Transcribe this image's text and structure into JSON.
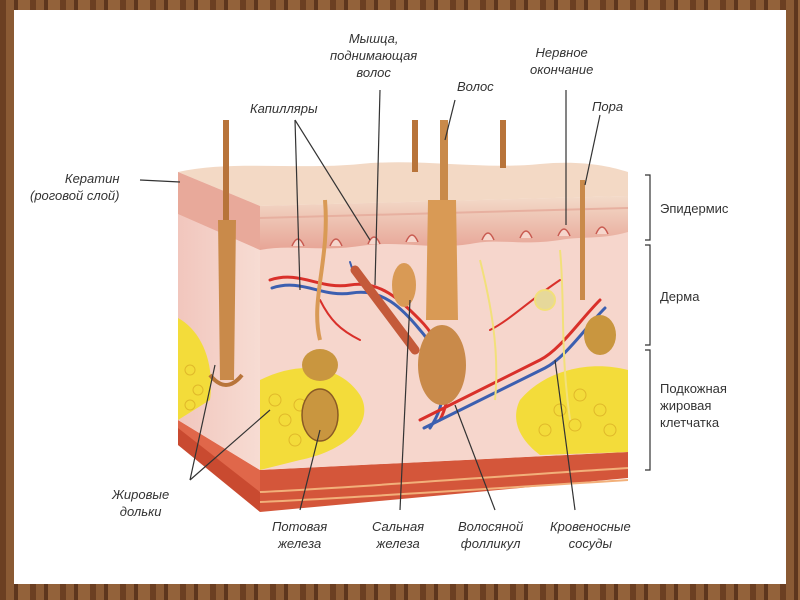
{
  "labels": {
    "keratin": "Кератин\n(роговой слой)",
    "capillaries": "Капилляры",
    "muscle": "Мышца,\nподнимающая\nволос",
    "hair": "Волос",
    "nerve": "Нервное\nокончание",
    "pore": "Пора",
    "epidermis": "Эпидермис",
    "dermis": "Дерма",
    "hypodermis": "Подкожная\nжировая\nклетчатка",
    "fat_lobules": "Жировые\nдольки",
    "sweat_gland": "Потовая\nжелеза",
    "sebaceous_gland": "Сальная\nжелеза",
    "hair_follicle": "Волосяной\nфолликул",
    "blood_vessels": "Кровеносные\nсосуды"
  },
  "colors": {
    "epidermis": "#f2c9b8",
    "dermis": "#f6d6cc",
    "fat": "#f3dc3a",
    "muscle_layer": "#d8523a",
    "artery": "#d9302a",
    "vein": "#3c5fb0",
    "hair": "#b8743a",
    "nerve": "#f2e07a"
  }
}
